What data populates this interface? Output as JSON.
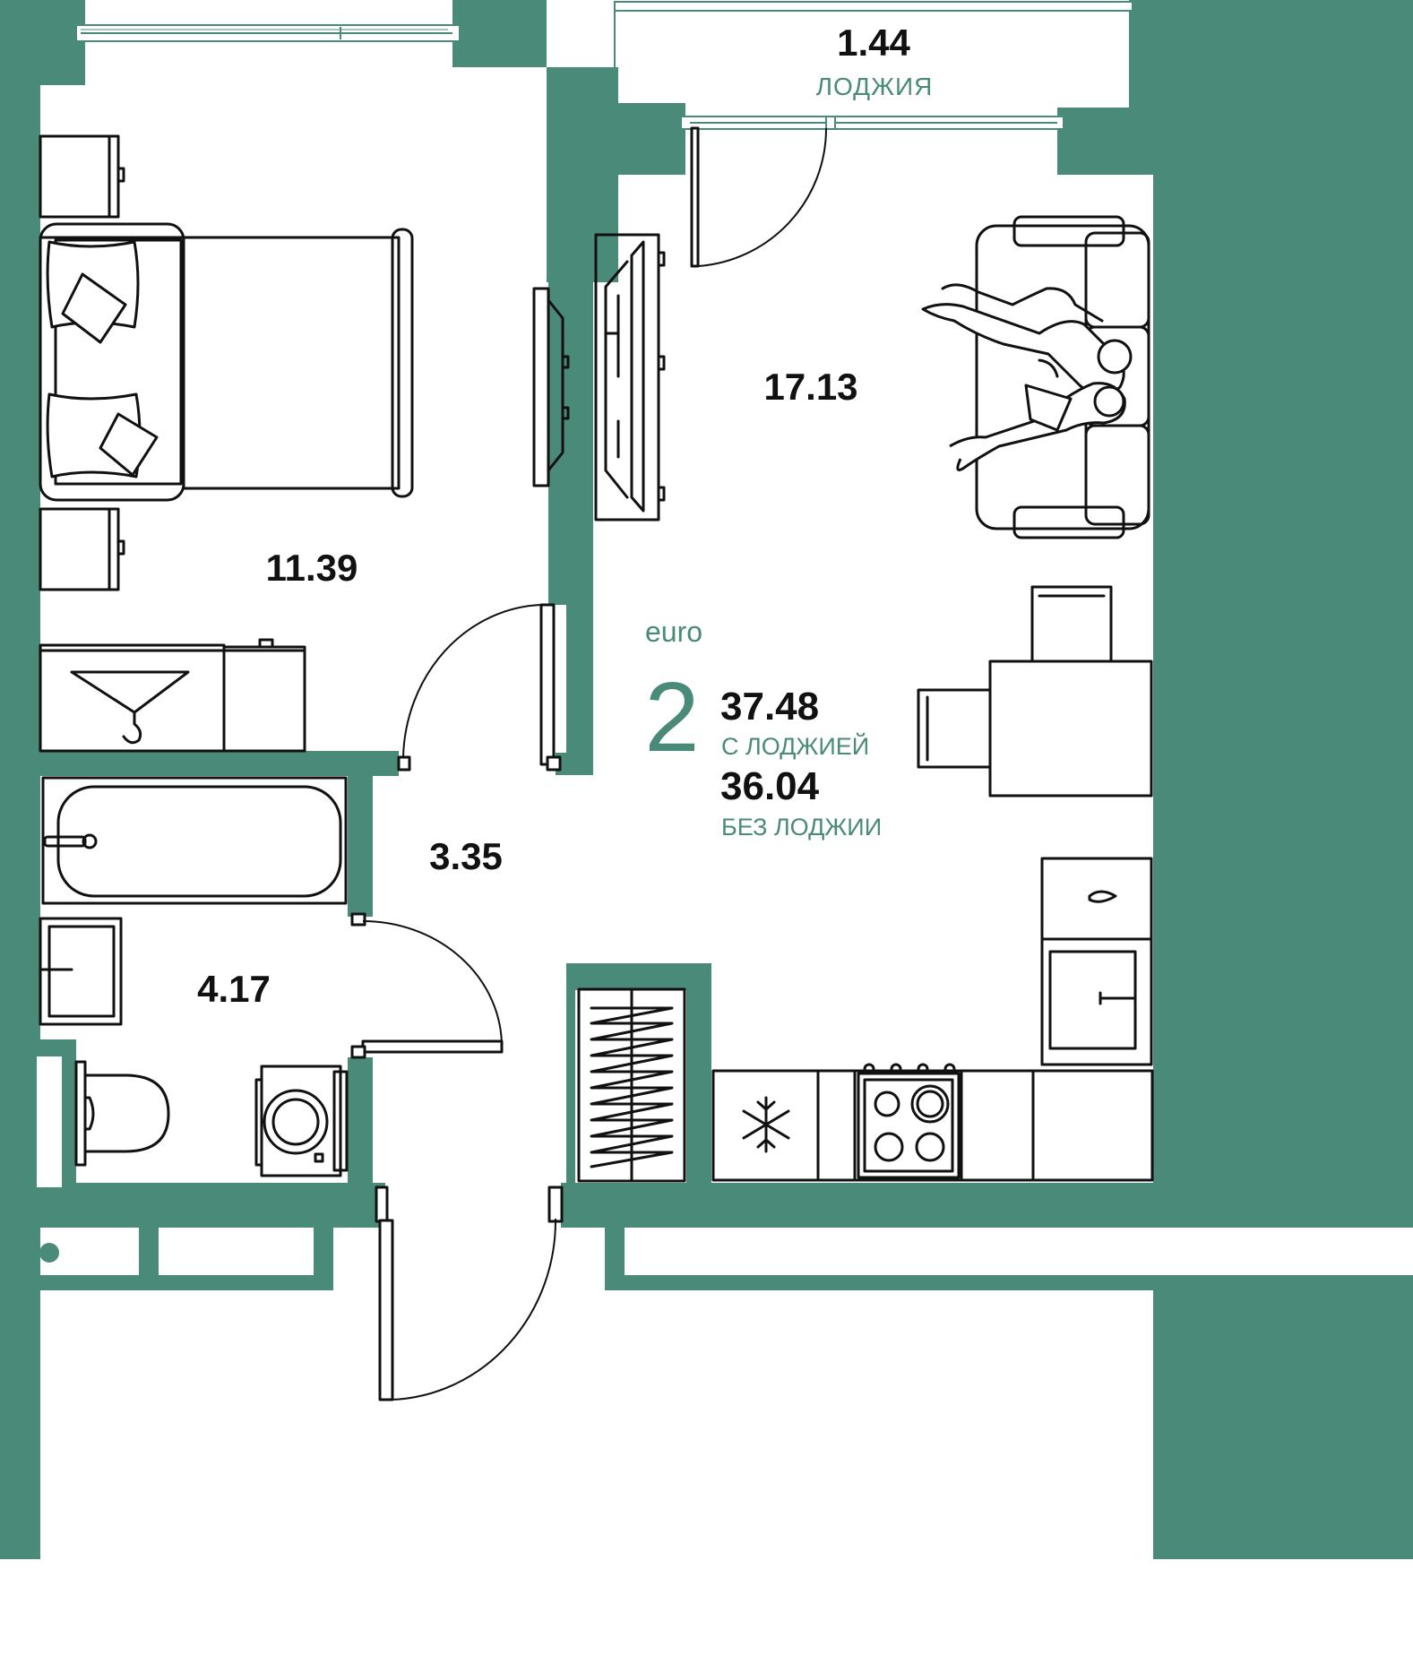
{
  "colors": {
    "wall": "#4a8a78",
    "accent": "#4a8a78",
    "lines": "#111111",
    "background": "#ffffff"
  },
  "rooms": {
    "loggia": {
      "area": "1.44",
      "label": "ЛОДЖИЯ"
    },
    "living": {
      "area": "17.13"
    },
    "bedroom": {
      "area": "11.39"
    },
    "hall": {
      "area": "3.35"
    },
    "bathroom": {
      "area": "4.17"
    }
  },
  "summary": {
    "euro_label": "euro",
    "rooms_count": "2",
    "total_with_loggia": "37.48",
    "with_loggia_label": "С ЛОДЖИЕЙ",
    "total_without_loggia": "36.04",
    "without_loggia_label": "БЕЗ ЛОДЖИИ"
  },
  "icons": [
    "bed-icon",
    "pillow-icon",
    "nightstand-icon",
    "wardrobe-icon",
    "hanger-icon",
    "tv-icon",
    "sofa-icon",
    "people-icon",
    "dining-table-icon",
    "chair-icon",
    "bathtub-icon",
    "sink-icon",
    "toilet-icon",
    "washing-machine-icon",
    "radiator-icon",
    "fridge-icon",
    "snowflake-icon",
    "stove-icon",
    "kitchen-sink-icon",
    "door-swing-icon",
    "window-icon"
  ]
}
